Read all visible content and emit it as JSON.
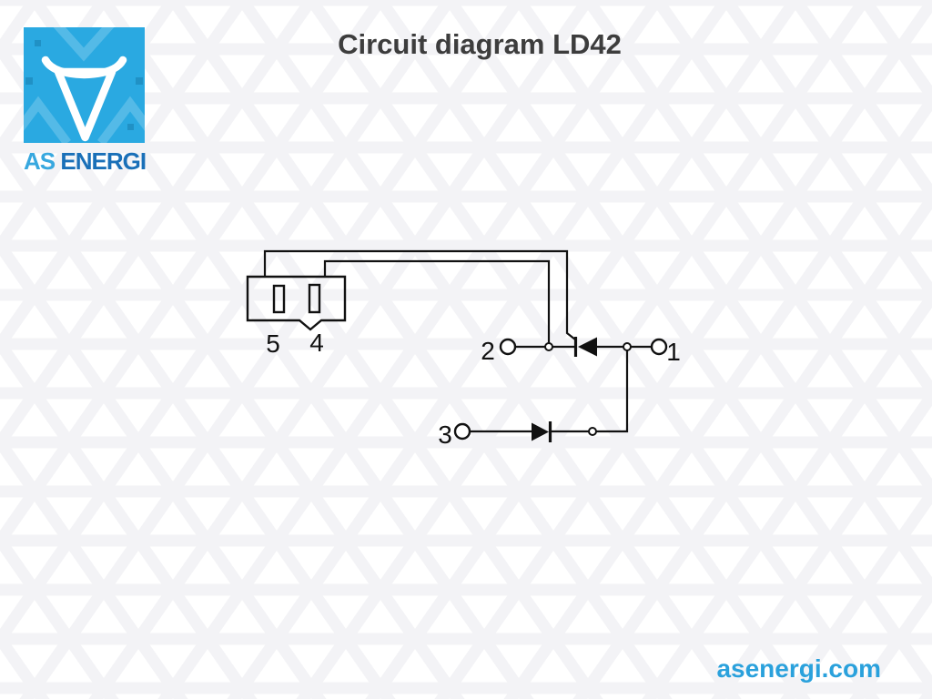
{
  "header": {
    "title": "Circuit diagram LD42"
  },
  "logo": {
    "emblem": "verge-v-icon",
    "brand_first": "AS",
    "brand_second": "ENERGI"
  },
  "footer": {
    "website": "asenergi.com"
  },
  "circuit": {
    "terminal_labels": {
      "pin1": "1",
      "pin2": "2",
      "pin3": "3"
    },
    "connector_pin_labels": {
      "pin5": "5",
      "pin4": "4"
    },
    "components": [
      "gate-control-connector-plug",
      "thyristor",
      "diode"
    ]
  },
  "colors": {
    "logo_blue": "#2AA9E1",
    "brand_text_light": "#38A8DF",
    "brand_text_dark": "#1A70B8",
    "footer_link": "#2AA1DC",
    "title_text": "#3D3D3D",
    "circuit_line": "#111111",
    "background_pattern": "#F3F3F6"
  }
}
